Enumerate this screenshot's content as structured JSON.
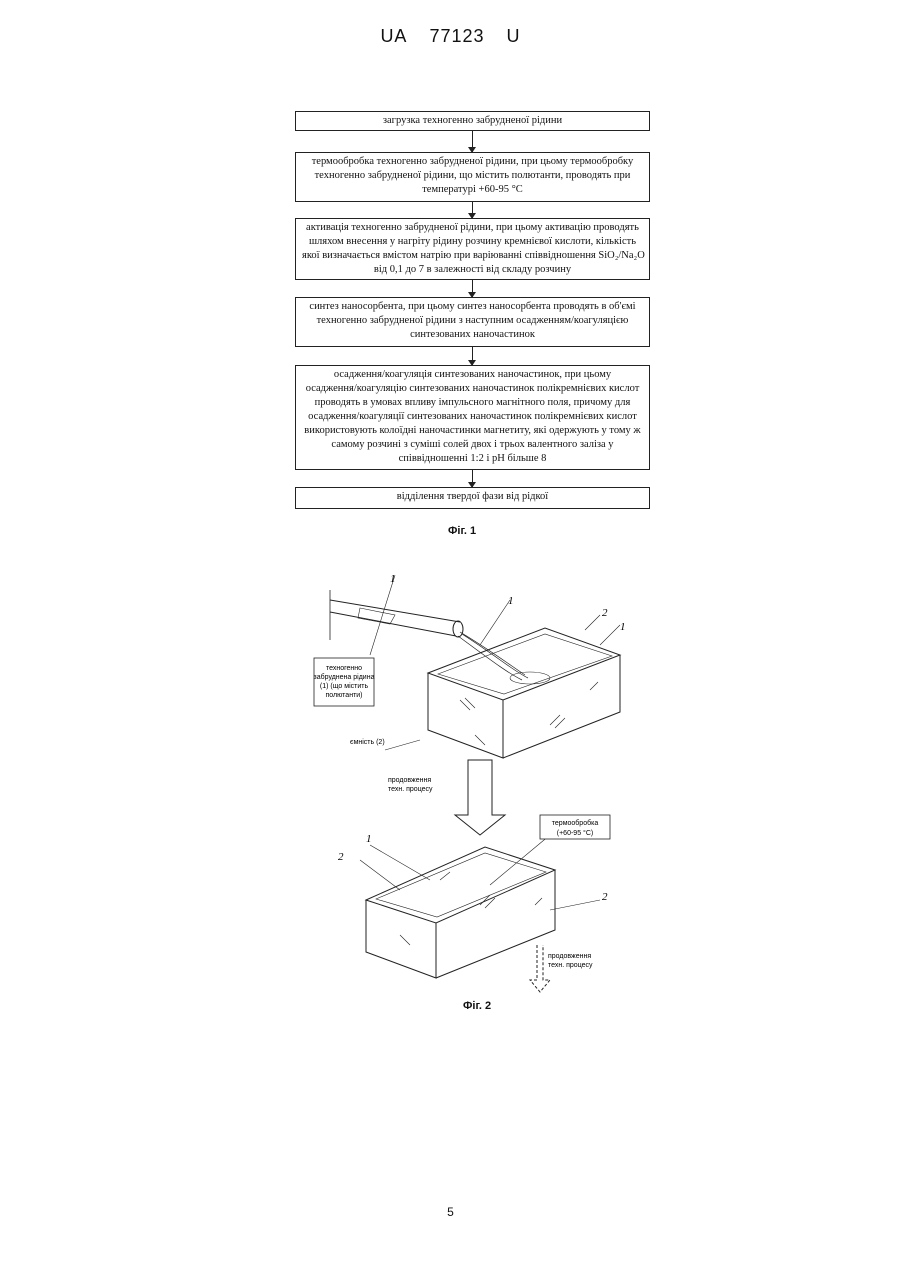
{
  "header": {
    "country": "UA",
    "number": "77123",
    "kind": "U"
  },
  "fig1": {
    "steps": [
      {
        "lines": [
          "загрузка техногенно забрудненої рідини"
        ]
      },
      {
        "lines": [
          "термообробка техногенно забрудненої рідини, при цьому термообробку",
          "техногенно забрудненої рідини, що містить полютанти, проводять при",
          "температурі +60-95 °С"
        ]
      },
      {
        "lines": [
          "активація техногенно забрудненої рідини, при цьому активацію проводять",
          "шляхом внесення у нагріту рідину розчину кремнієвої кислоти, кількість",
          "якої визначається вмістом натрію при варіюванні співвідношення SiO₂/Na₂O",
          "від 0,1 до 7 в залежності від складу розчину"
        ]
      },
      {
        "lines": [
          "синтез наносорбента, при цьому синтез наносорбента проводять в об'ємі",
          "техногенно забрудненої рідини з наступним осадженням/коагуляцією",
          "синтезованих наночастинок"
        ]
      },
      {
        "lines": [
          "осадження/коагуляція синтезованих наночастинок, при цьому",
          "осадження/коагуляцію синтезованих наночастинок полікремнієвих кислот",
          "проводять в умовах впливу імпульсного магнітного поля, причому для",
          "осадження/коагуляції синтезованих наночастинок полікремнієвих кислот",
          "використовують колоїдні наночастинки магнетиту, які одержують у тому ж",
          "самому розчині з суміші солей двох і трьох валентного заліза у",
          "співвідношенні 1:2 і pH більше 8"
        ]
      },
      {
        "lines": [
          "відділення твердої фази від рідкої"
        ]
      }
    ],
    "caption": "Фіг. 1"
  },
  "fig2": {
    "label_liquid": [
      "техногенно",
      "забруднена рідина",
      "(1) (що містить",
      "полютанти)"
    ],
    "label_vessel": "ємність (2)",
    "label_continue_top": [
      "продовження",
      "техн. процесу"
    ],
    "label_heat": [
      "термообробка",
      "(+60-95 °С)"
    ],
    "label_continue_bottom": [
      "продовження",
      "техн. процесу"
    ],
    "num1": "1",
    "num2": "2",
    "caption": "Фіг. 2"
  },
  "page_number": "5"
}
